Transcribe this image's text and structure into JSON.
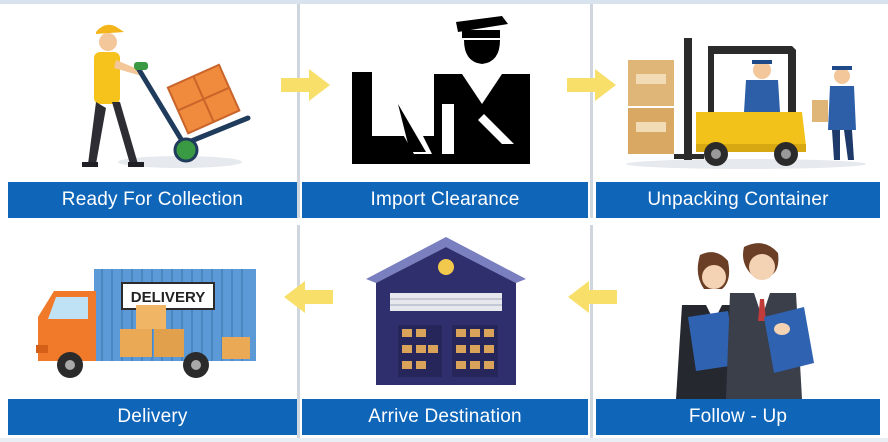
{
  "process": {
    "steps": [
      {
        "label": "Ready For Collection",
        "icon": "worker-hand-truck-icon"
      },
      {
        "label": "Import Clearance",
        "icon": "customs-officer-icon"
      },
      {
        "label": "Unpacking Container",
        "icon": "forklift-icon"
      },
      {
        "label": "Follow - Up",
        "icon": "business-people-icon"
      },
      {
        "label": "Arrive Destination",
        "icon": "warehouse-icon"
      },
      {
        "label": "Delivery",
        "icon": "delivery-truck-icon"
      }
    ],
    "truck_sign": "DELIVERY",
    "colors": {
      "label_bg": "#0f65b8",
      "label_text": "#ffffff",
      "arrow": "#f7df6a",
      "divider": "#cfd6dd"
    }
  }
}
